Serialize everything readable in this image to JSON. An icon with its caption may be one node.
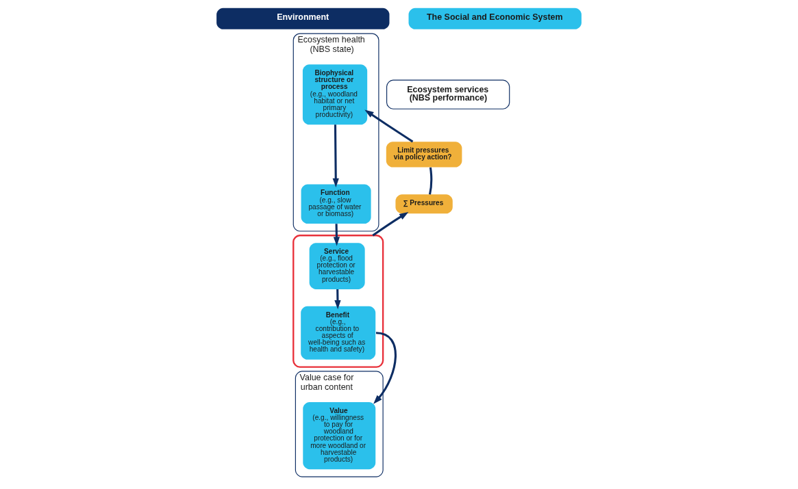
{
  "diagram": {
    "nodes": [
      {
        "text": [
          "Environment"
        ]
      },
      {
        "text": [
          "The Social and Economic System"
        ]
      },
      {
        "text": [
          "Ecosystem health (NBS state)"
        ]
      },
      {
        "text": [
          "Ecosystem services (NBS performance)"
        ]
      },
      {
        "text": [
          "Value case for urban content"
        ]
      },
      {
        "text": [],
        "shape": "box"
      },
      {
        "text": [
          "Biophysical structure or process",
          "(e.g., woodland habitat or net primary productivity)"
        ],
        "in": 2
      },
      {
        "text": [
          "Function",
          "(e.g., slow passage of water or biomass)"
        ],
        "in": 2
      },
      {
        "text": [
          "Service",
          "(e.g., flood protection or harvestable products)"
        ],
        "in": 5
      },
      {
        "text": [
          "Benefit",
          "(e.g., contribution to aspects of well-being such as health and safety)"
        ],
        "in": 5
      },
      {
        "text": [
          "Value",
          "(e.g., willingness to pay for woodland protection or for more woodland or harvestable products)"
        ],
        "in": 4
      },
      {
        "text": [
          "Limit pressures via policy action?"
        ]
      },
      {
        "text": [
          "∑ Pressures"
        ]
      }
    ],
    "edges": [
      {
        "from": 6,
        "to": 7,
        "arrow": "to"
      },
      {
        "from": 7,
        "to": 8,
        "arrow": "to"
      },
      {
        "from": 8,
        "to": 9,
        "arrow": "to"
      },
      {
        "from": 9,
        "to": 10,
        "arrow": "to"
      },
      {
        "from": 11,
        "to": 6,
        "arrow": "to"
      },
      {
        "from": 12,
        "to": 11,
        "arrow": "none"
      },
      {
        "from": 5,
        "to": 12,
        "arrow": "to"
      }
    ]
  }
}
